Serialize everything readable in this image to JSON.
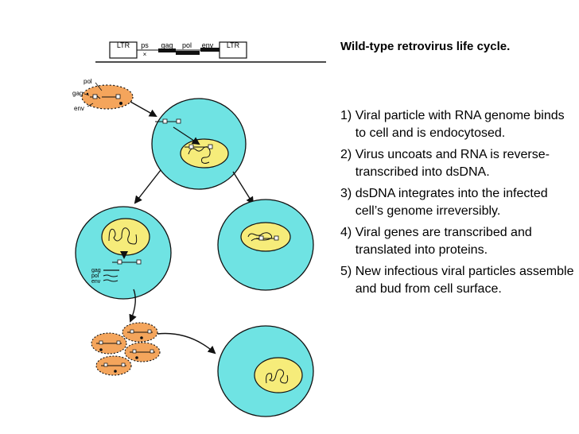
{
  "title": "Wild-type retrovirus life cycle.",
  "genome_map": {
    "ltr_left": "LTR",
    "ps": "ps",
    "gag": "gag",
    "pol": "pol",
    "env": "env",
    "ltr_right": "LTR"
  },
  "particle_labels": {
    "pol": "pol",
    "gag": "gag",
    "env": "env"
  },
  "cell_labels": {
    "gag": "gag",
    "pol": "pol",
    "env": "env"
  },
  "steps": [
    {
      "num": "1)",
      "text": "Viral particle with RNA genome binds to cell and is endocytosed."
    },
    {
      "num": "2)",
      "text": "Virus uncoats and RNA is reverse-transcribed into dsDNA."
    },
    {
      "num": "3)",
      "text": "dsDNA integrates into the infected cell’s genome irreversibly."
    },
    {
      "num": "4)",
      "text": "Viral genes are transcribed and translated into proteins."
    },
    {
      "num": "5)",
      "text": "New infectious viral particles assemble and bud from cell surface."
    }
  ],
  "colors": {
    "cell": "#6fe3e3",
    "nucleus": "#f6ec7a",
    "virus": "#f4a55c",
    "outline": "#111111"
  }
}
